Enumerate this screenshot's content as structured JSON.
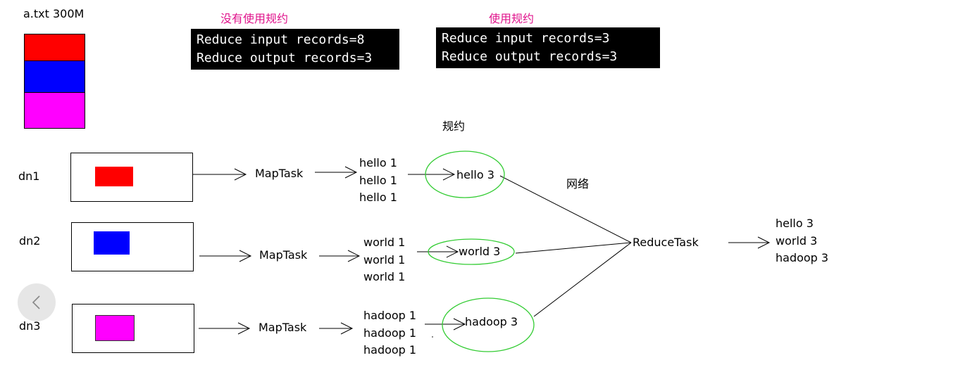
{
  "file": {
    "label": "a.txt  300M"
  },
  "comparison": {
    "without": {
      "label": "没有使用规约",
      "lines": [
        "Reduce input records=8",
        "Reduce output records=3"
      ]
    },
    "with": {
      "label": "使用规约",
      "lines": [
        "Reduce input records=3",
        "Reduce output records=3"
      ]
    }
  },
  "labels": {
    "combine": "规约",
    "network": "网络",
    "reduce_task": "ReduceTask"
  },
  "nodes": [
    {
      "name": "dn1",
      "block_color": "#ff0000",
      "map_task": "MapTask",
      "records": [
        "hello   1",
        "hello   1",
        "hello   1"
      ],
      "combined": "hello 3"
    },
    {
      "name": "dn2",
      "block_color": "#0000ff",
      "map_task": "MapTask",
      "records": [
        "world  1",
        "world  1",
        "world  1"
      ],
      "combined": "world  3"
    },
    {
      "name": "dn3",
      "block_color": "#ff00ff",
      "map_task": "MapTask",
      "records": [
        "hadoop 1",
        "hadoop  1",
        "hadoop  1"
      ],
      "combined": "hadoop 3"
    }
  ],
  "output": [
    "hello    3",
    "world    3",
    "hadoop  3"
  ],
  "colors": {
    "red": "#ff0000",
    "blue": "#0000ff",
    "magenta": "#ff00ff",
    "ellipse": "#33cc33",
    "label_pink": "#e0148c"
  },
  "nav": {
    "icon": "chevron-left-icon"
  }
}
